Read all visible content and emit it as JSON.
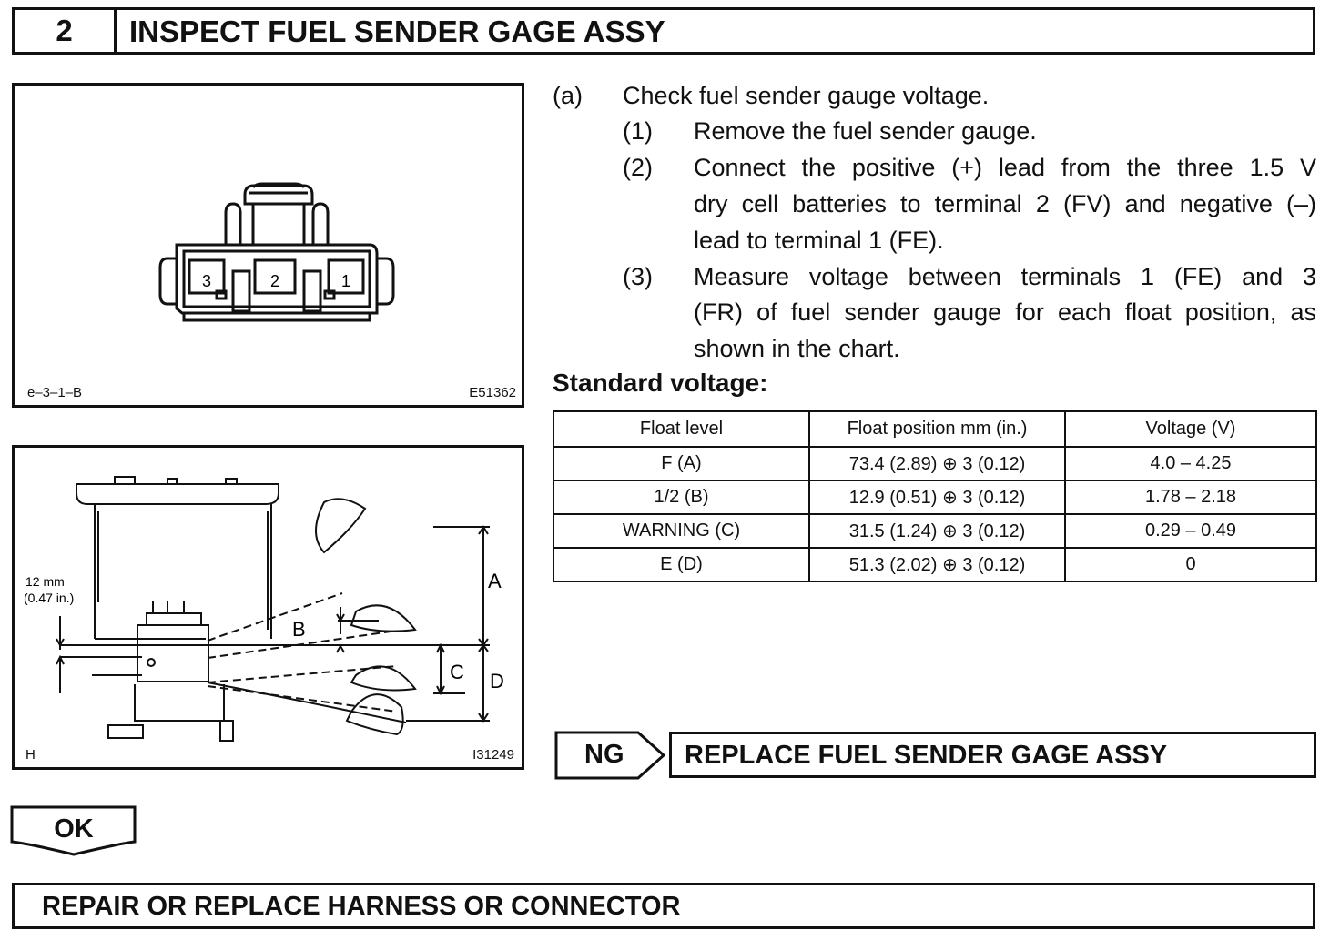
{
  "header": {
    "number": "2",
    "title": "INSPECT FUEL SENDER GAGE ASSY"
  },
  "figure1": {
    "pins": [
      "3",
      "2",
      "1"
    ],
    "code_left": "e–3–1–B",
    "code_right": "E51362"
  },
  "figure2": {
    "dim_line1": "12 mm",
    "dim_line2": "(0.47 in.)",
    "labels": [
      "A",
      "B",
      "C",
      "D"
    ],
    "code_left": "H",
    "code_right": "I31249"
  },
  "steps": [
    {
      "label": "(a)",
      "text": "Check fuel sender gauge voltage."
    },
    {
      "label": "(1)",
      "text": "Remove the fuel sender gauge."
    },
    {
      "label": "(2)",
      "lines": [
        "Connect the positive (+) lead from the three 1.5 V",
        "dry cell batteries to terminal 2 (FV) and negative (–)",
        "lead to terminal 1 (FE)."
      ]
    },
    {
      "label": "(3)",
      "lines": [
        "Measure voltage between terminals 1 (FE) and 3",
        "(FR) of fuel sender gauge for each float position, as",
        "shown in the chart."
      ]
    }
  ],
  "standard_title": "Standard voltage:",
  "table": {
    "headers": [
      "Float level",
      "Float position mm (in.)",
      "Voltage (V)"
    ],
    "rows": [
      [
        "F (A)",
        "73.4 (2.89) ⊕ 3 (0.12)",
        "4.0 – 4.25"
      ],
      [
        "1/2 (B)",
        "12.9 (0.51) ⊕ 3 (0.12)",
        "1.78 – 2.18"
      ],
      [
        "WARNING (C)",
        "31.5 (1.24) ⊕ 3 (0.12)",
        "0.29 – 0.49"
      ],
      [
        "E (D)",
        "51.3 (2.02) ⊕ 3 (0.12)",
        "0"
      ]
    ]
  },
  "ng": {
    "label": "NG",
    "action": "REPLACE FUEL SENDER GAGE ASSY"
  },
  "ok": {
    "label": "OK"
  },
  "bottom": {
    "action": "REPAIR OR REPLACE HARNESS OR CONNECTOR"
  }
}
